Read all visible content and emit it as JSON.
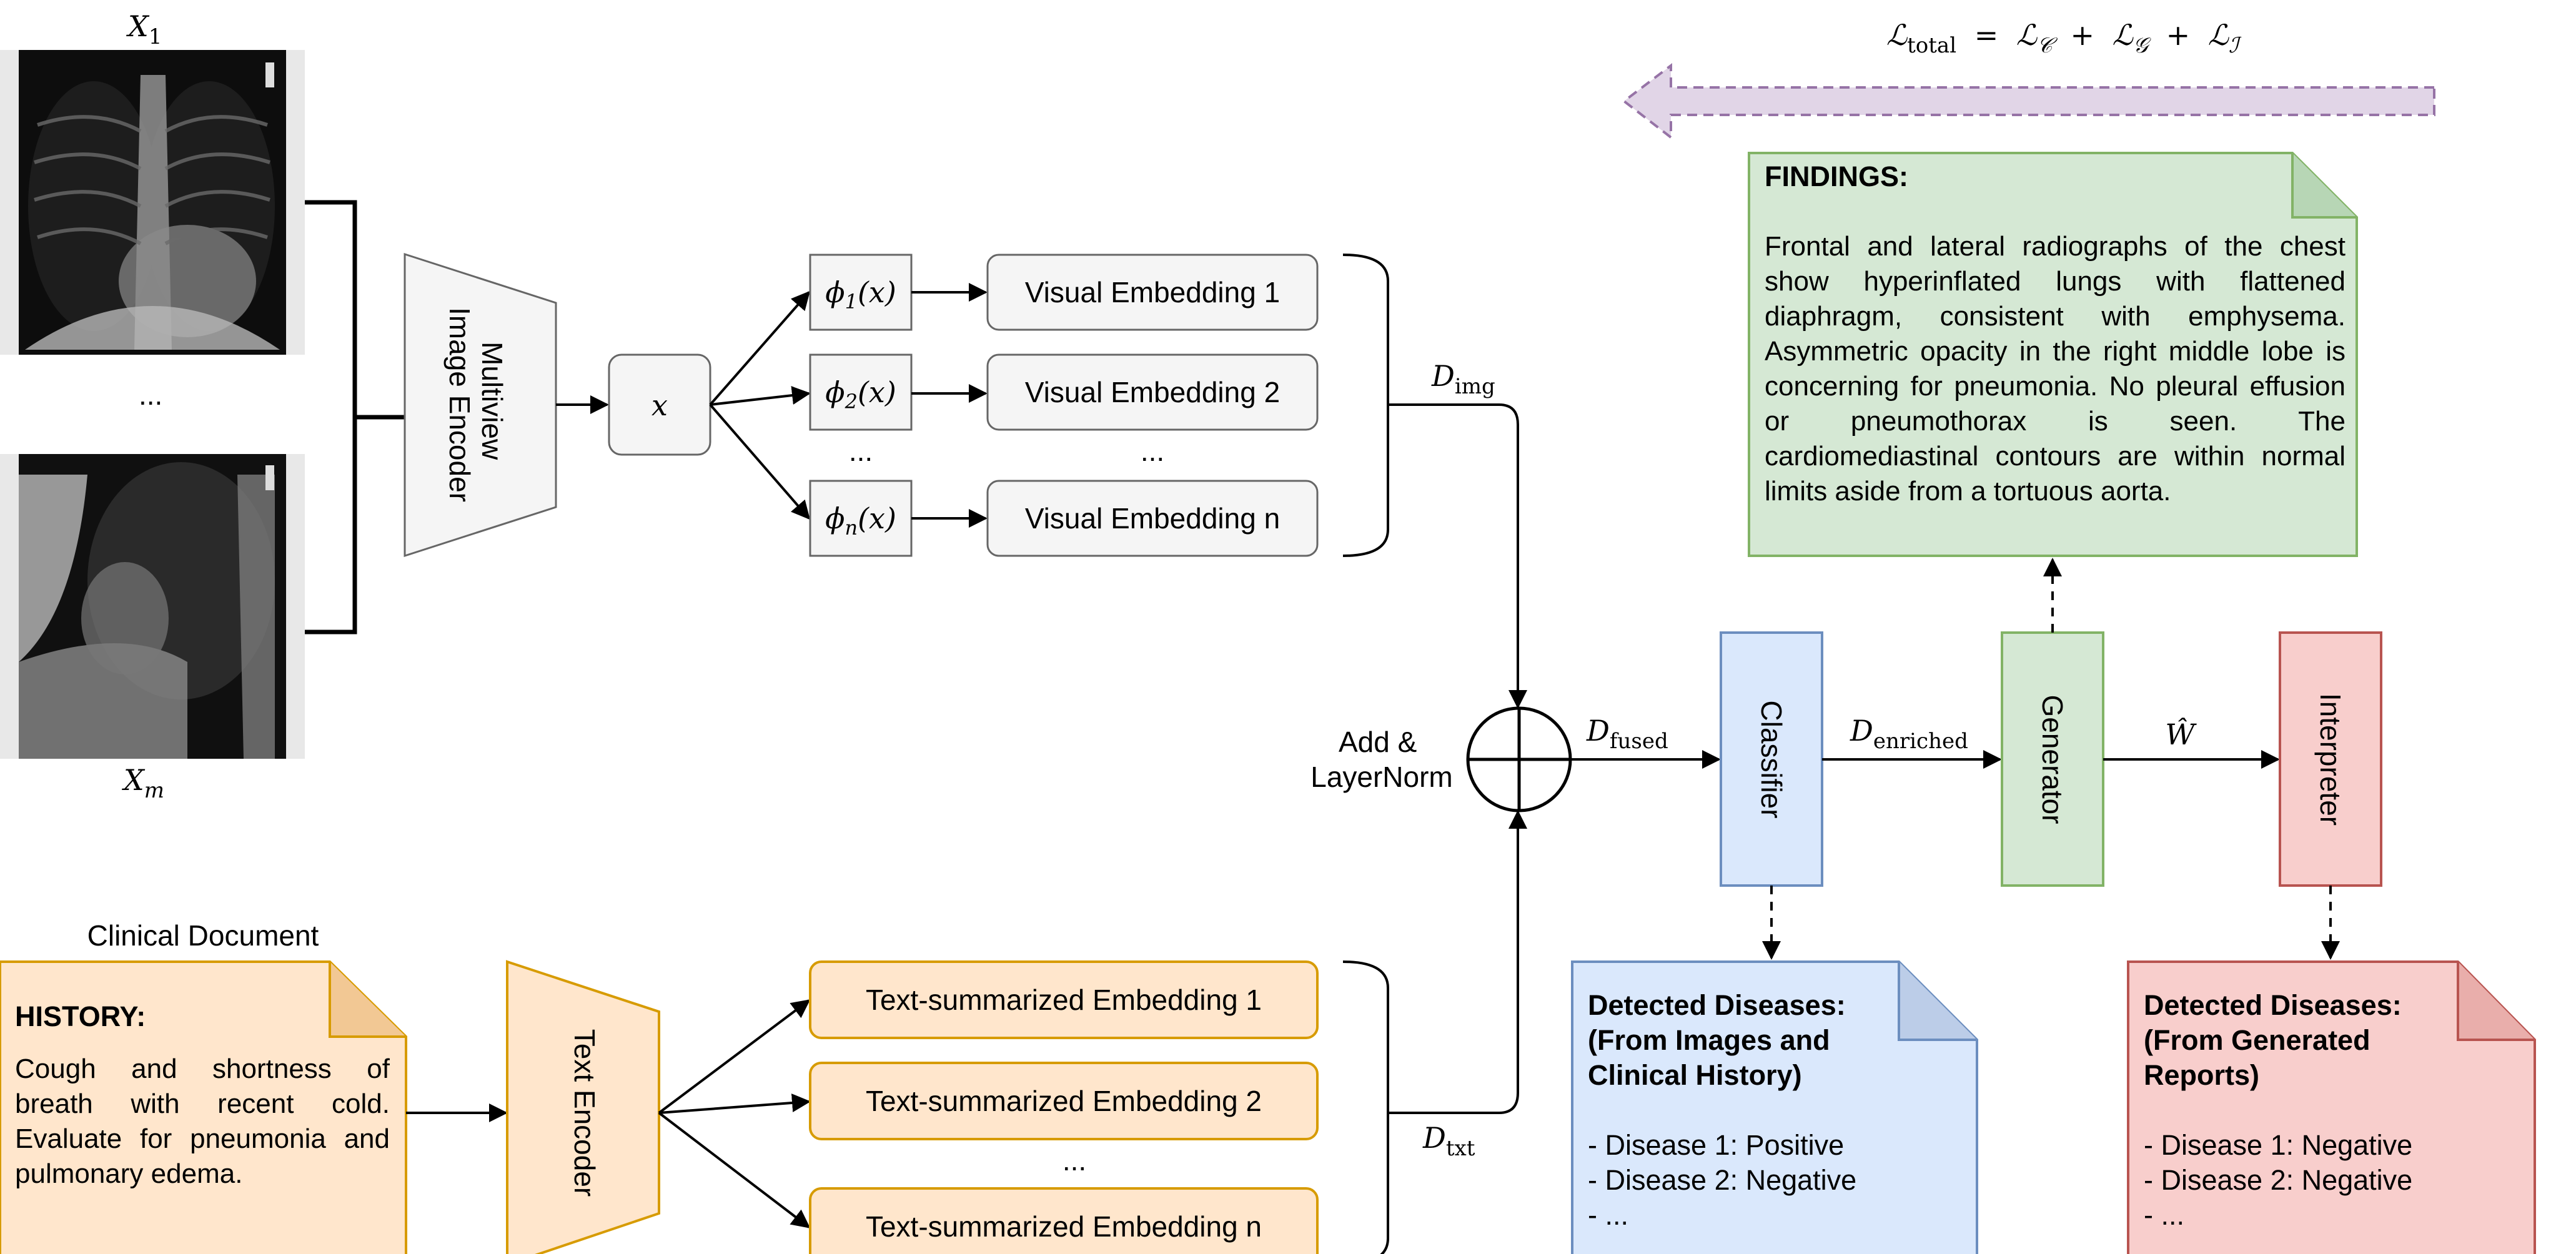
{
  "inputs": {
    "x1_label": "X",
    "x1_sub": "1",
    "xm_label": "X",
    "xm_sub": "m",
    "ellipsis": "..."
  },
  "image_encoder": {
    "line1": "Multiview",
    "line2": "Image Encoder"
  },
  "latent": {
    "label": "x"
  },
  "projections": [
    {
      "phi": "ϕ",
      "sub": "1",
      "arg": "(x)",
      "embedding": "Visual Embedding 1"
    },
    {
      "phi": "ϕ",
      "sub": "2",
      "arg": "(x)",
      "embedding": "Visual Embedding 2"
    },
    {
      "phi": "ϕ",
      "sub": "n",
      "arg": "(x)",
      "embedding": "Visual Embedding n"
    }
  ],
  "proj_ellipsis": "...",
  "d_img": {
    "main": "D",
    "sub": "img"
  },
  "d_txt": {
    "main": "D",
    "sub": "txt"
  },
  "d_fused": {
    "main": "D",
    "sub": "fused"
  },
  "d_enriched": {
    "main": "D",
    "sub": "enriched"
  },
  "w_hat": "Ŵ",
  "add_norm": {
    "line1": "Add &",
    "line2": "LayerNorm"
  },
  "clinical_doc": {
    "title": "Clinical Document",
    "heading": "HISTORY:",
    "body": "Cough and shortness of breath with recent cold. Evaluate for pneumonia and pulmonary edema."
  },
  "text_encoder": {
    "label": "Text Encoder"
  },
  "text_embeddings": [
    "Text-summarized Embedding 1",
    "Text-summarized Embedding 2",
    "Text-summarized Embedding n"
  ],
  "text_ellipsis": "...",
  "classifier": {
    "label": "Classifier"
  },
  "generator": {
    "label": "Generator"
  },
  "interpreter": {
    "label": "Interpreter"
  },
  "loss": {
    "lhs": "ℒ",
    "lhs_sub": "total",
    "eq": "=",
    "t1": "ℒ",
    "t1_sub": "𝒞",
    "plus1": "+",
    "t2": "ℒ",
    "t2_sub": "𝒢",
    "plus2": "+",
    "t3": "ℒ",
    "t3_sub": "ℐ"
  },
  "findings": {
    "heading": "FINDINGS:",
    "body": "Frontal and lateral radiographs of the chest show hyperinflated lungs with flattened diaphragm, consistent with emphysema. Asymmetric opacity in the right middle lobe is concerning for pneumonia. No pleural effusion or pneumothorax is seen. The cardiomediastinal contours are within normal limits aside from a tortuous aorta."
  },
  "detected_images": {
    "heading1": "Detected Diseases:",
    "heading2": "(From Images and",
    "heading3": "Clinical History)",
    "items": [
      "- Disease 1: Positive",
      "- Disease 2: Negative",
      "- ..."
    ]
  },
  "detected_reports": {
    "heading1": "Detected Diseases:",
    "heading2": "(From Generated",
    "heading3": "Reports)",
    "items": [
      "- Disease 1: Negative",
      "- Disease 2: Negative",
      "- ..."
    ]
  },
  "colors": {
    "gray_fill": "#f5f5f5",
    "gray_stroke": "#666666",
    "orange_fill": "#ffe6cc",
    "orange_stroke": "#d79b00",
    "blue_fill": "#dae8fc",
    "blue_stroke": "#6c8ebf",
    "green_fill": "#d5e8d4",
    "green_stroke": "#82b366",
    "red_fill": "#f8cecc",
    "red_stroke": "#b85450",
    "purple_fill": "#e1d5e7",
    "purple_stroke": "#9673a6"
  }
}
